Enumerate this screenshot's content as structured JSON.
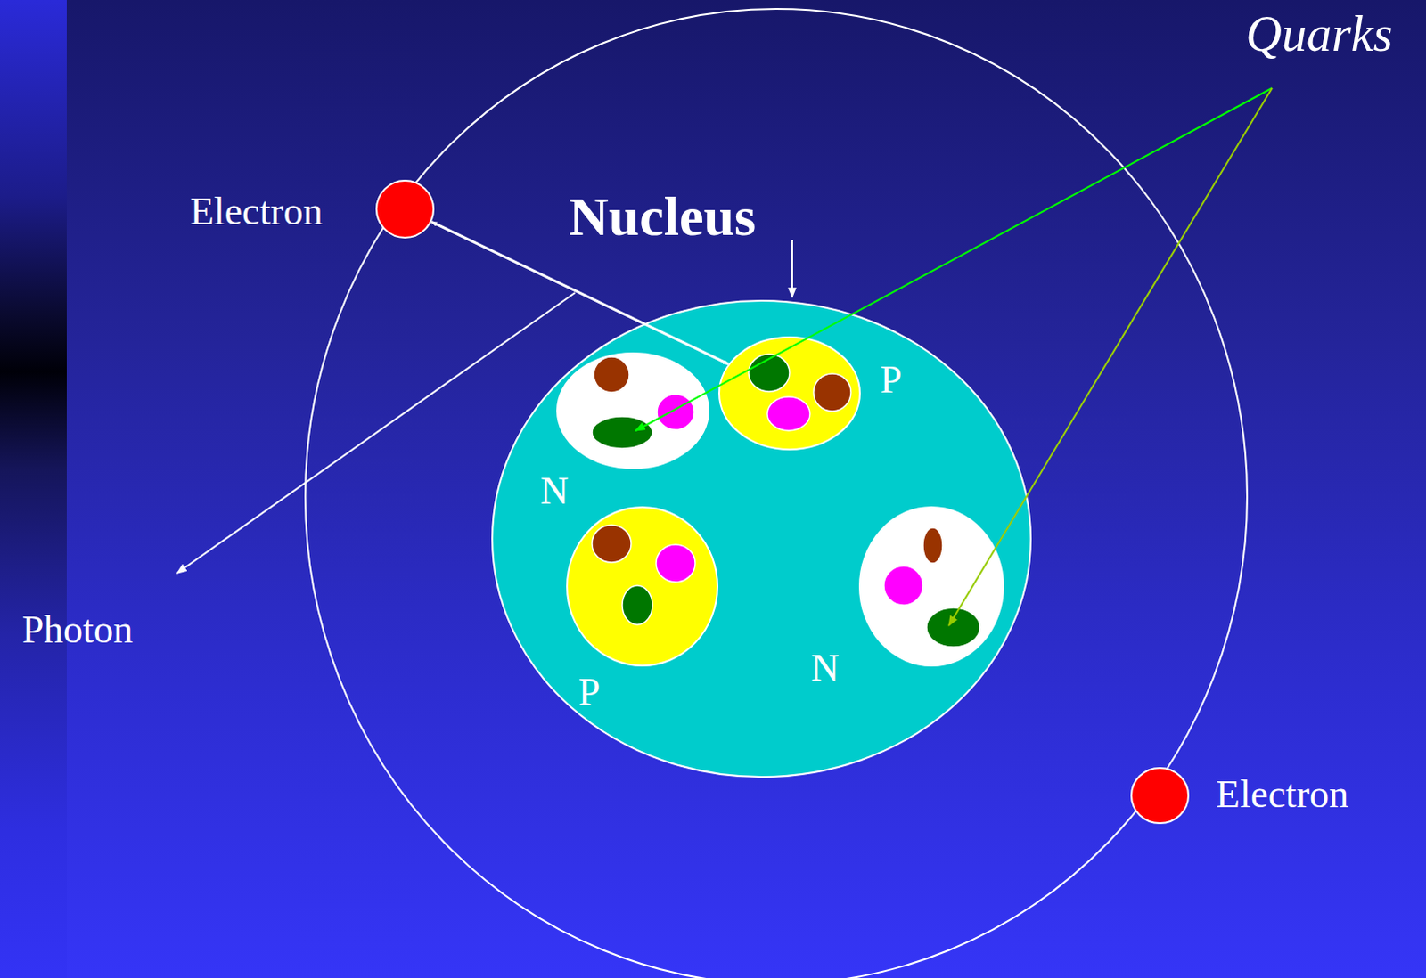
{
  "diagram": {
    "nodes": [
      {
        "text": [
          "Nucleus"
        ]
      },
      {
        "text": [
          "N"
        ],
        "in": 0
      },
      {
        "text": [
          "P"
        ],
        "in": 0
      },
      {
        "text": [
          "P"
        ],
        "in": 0
      },
      {
        "text": [
          "N"
        ],
        "in": 0
      },
      {
        "text": [
          "Electron"
        ]
      },
      {
        "text": [
          "Electron"
        ]
      }
    ],
    "edges": [
      {
        "from": 5,
        "to": 2,
        "arrow": "both"
      }
    ],
    "labels": [
      "Quarks",
      "Photon"
    ]
  }
}
